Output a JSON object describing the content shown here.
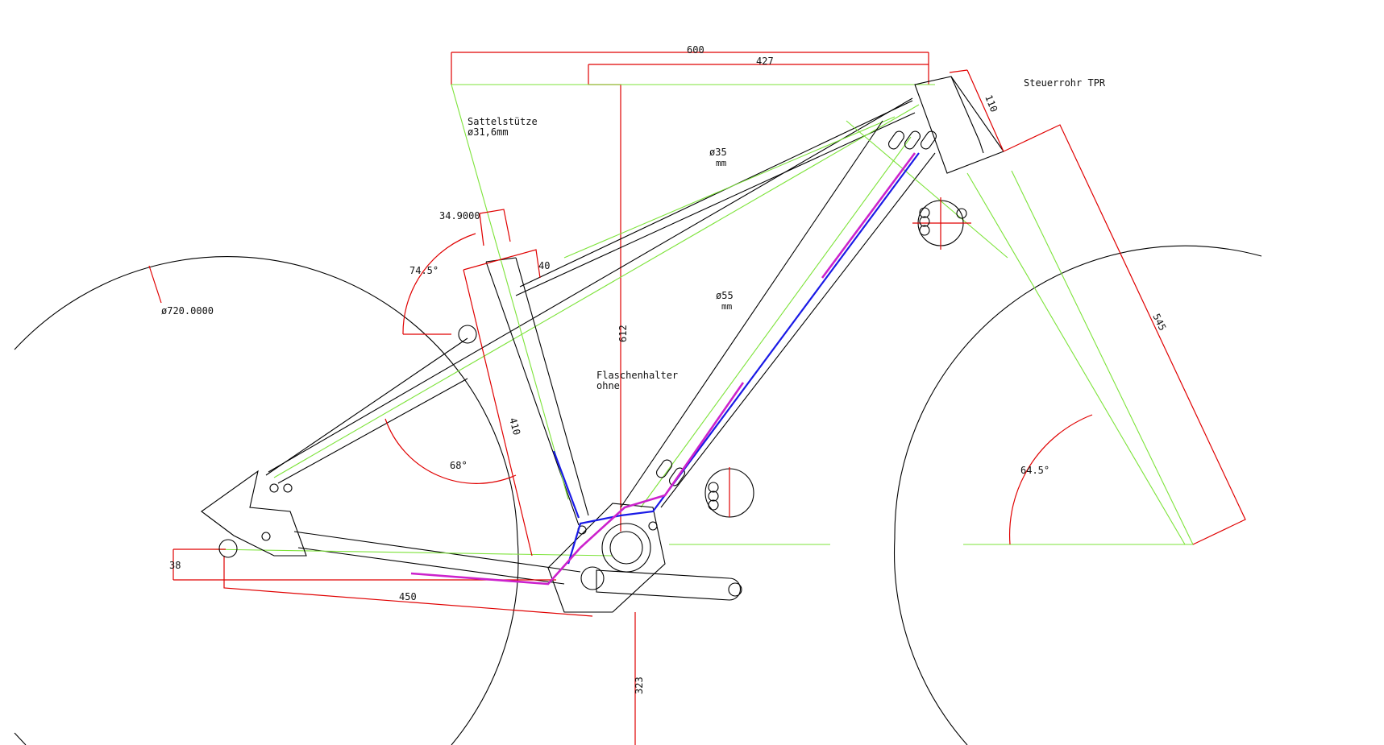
{
  "colors": {
    "frame_outline": "#000000",
    "centerline": "#7de33a",
    "dimension": "#e00000",
    "brake_hose": "#1a1ae6",
    "shift_cable": "#cc22cc"
  },
  "labels": {
    "top_length_total": "600",
    "top_length_reach": "427",
    "headtube_length": "110",
    "headtube_title": "Steuerrohr TPR",
    "seatpost_title": "Sattelstütze",
    "seatpost_diameter": "ø31,6mm",
    "toptube_diameter": "ø35",
    "toptube_unit": "mm",
    "seattube_offset": "34.9000",
    "seat_angle": "74.5°",
    "seattube_width": "40",
    "wheel_diameter": "ø720.0000",
    "stack_height": "612",
    "downtube_diameter": "ø55",
    "downtube_unit": "mm",
    "bottle_holder_line1": "Flaschenhalter",
    "bottle_holder_line2": "ohne",
    "seattube_length": "410",
    "seatstay_angle": "68°",
    "head_angle": "64.5°",
    "fork_length": "545",
    "dropout_height": "38",
    "chainstay_length": "450",
    "bb_height": "323"
  }
}
